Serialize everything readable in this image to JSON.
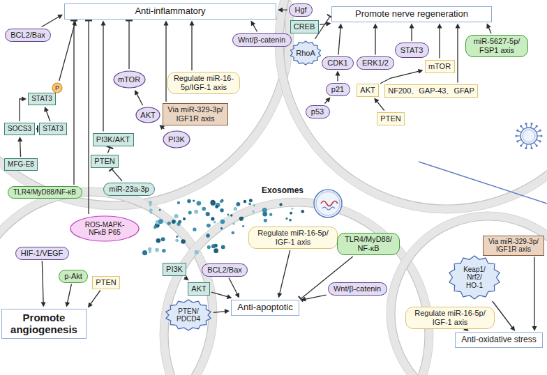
{
  "diagram": {
    "nodes": [
      {
        "text": [
          "Anti-inflammatory"
        ]
      },
      {
        "text": [
          "Hgf"
        ]
      },
      {
        "text": [
          "BCL2/Bax"
        ]
      },
      {
        "text": [
          "P"
        ]
      },
      {
        "text": [
          "STAT3"
        ]
      },
      {
        "text": [
          "SOCS3"
        ]
      },
      {
        "text": [
          "STAT3"
        ]
      },
      {
        "text": [
          "MFG-E8"
        ]
      },
      {
        "text": [
          "TLR4/MyD88/NF-κB"
        ]
      },
      {
        "text": [
          "ROS-MAPK- NFκB P65"
        ]
      },
      {
        "text": [
          "PI3K/AKT"
        ]
      },
      {
        "text": [
          "PTEN"
        ]
      },
      {
        "text": [
          "miR-23a-3p"
        ]
      },
      {
        "text": [
          "mTOR"
        ]
      },
      {
        "text": [
          "AKT"
        ]
      },
      {
        "text": [
          "PI3K"
        ]
      },
      {
        "text": [
          "Regulate miR-16-5p/IGF-1 axis"
        ]
      },
      {
        "text": [
          "Via miR-329-3p/ IGF1R axis"
        ]
      },
      {
        "text": [
          "Wnt/β-catenin"
        ]
      },
      {
        "text": [
          "Promote nerve regeneration"
        ]
      },
      {
        "text": [
          "CREB"
        ]
      },
      {
        "text": [
          "RhoA"
        ]
      },
      {
        "text": [
          "CDK1"
        ]
      },
      {
        "text": [
          "ERK1/2"
        ]
      },
      {
        "text": [
          "STAT3"
        ]
      },
      {
        "text": [
          "mTOR"
        ]
      },
      {
        "text": [
          "miR-5627-5p/ FSP1 axis"
        ]
      },
      {
        "text": [
          "p21"
        ]
      },
      {
        "text": [
          "p53"
        ]
      },
      {
        "text": [
          "AKT"
        ]
      },
      {
        "text": [
          "NF200、GAP-43、GFAP"
        ]
      },
      {
        "text": [
          "PTEN"
        ]
      },
      {
        "text": [
          "HIF-1/VEGF"
        ]
      },
      {
        "text": [
          "p-Akt"
        ]
      },
      {
        "text": [
          "PTEN"
        ]
      },
      {
        "text": [
          "Promote angiogenesis"
        ]
      },
      {
        "text": [
          "Regulate miR-16-5p/ IGF-1 axis"
        ]
      },
      {
        "text": [
          "TLR4/MyD88/ NF-κB"
        ]
      },
      {
        "text": [
          "PI3K"
        ]
      },
      {
        "text": [
          "AKT"
        ]
      },
      {
        "text": [
          "BCL2/Bax"
        ]
      },
      {
        "text": [
          "PTEN/ PDCD4"
        ]
      },
      {
        "text": [
          "Anti-apoptotic"
        ]
      },
      {
        "text": [
          "Wnt/β-catenin"
        ]
      },
      {
        "text": [
          "Keap1/ Nrf2/ HO-1"
        ]
      },
      {
        "text": [
          "Via miR-329-3p/ IGF1R axis"
        ]
      },
      {
        "text": [
          "Regulate miR-16-5p/ IGF-1 axis"
        ]
      },
      {
        "text": [
          "Anti-oxidative stress"
        ]
      }
    ],
    "edges": [
      {
        "from": 1,
        "to": 0,
        "arrow": "to"
      },
      {
        "from": 2,
        "to": 0,
        "arrow": "to"
      },
      {
        "from": 3,
        "to": 0,
        "arrow": "to"
      },
      {
        "from": 5,
        "to": 4,
        "arrow": "to"
      },
      {
        "from": 5,
        "to": 6,
        "arrow": "to"
      },
      {
        "from": 6,
        "to": 4,
        "arrow": "to"
      },
      {
        "from": 7,
        "to": 5,
        "arrow": "to"
      },
      {
        "from": 8,
        "to": 0,
        "arrow": "to"
      },
      {
        "from": 9,
        "to": 0,
        "arrow": "to"
      },
      {
        "from": 10,
        "to": 0,
        "arrow": "to"
      },
      {
        "from": 11,
        "to": 10,
        "arrow": "to"
      },
      {
        "from": 12,
        "to": 11,
        "arrow": "to"
      },
      {
        "from": 13,
        "to": 0,
        "arrow": "to"
      },
      {
        "from": 14,
        "to": 13,
        "arrow": "to"
      },
      {
        "from": 15,
        "to": 14,
        "arrow": "to"
      },
      {
        "from": 16,
        "to": 0,
        "arrow": "to"
      },
      {
        "from": 17,
        "to": 0,
        "arrow": "to"
      },
      {
        "from": 18,
        "to": 0,
        "arrow": "to"
      },
      {
        "from": 20,
        "to": 19,
        "arrow": "to"
      },
      {
        "from": 21,
        "to": 19,
        "arrow": "to"
      },
      {
        "from": 22,
        "to": 19,
        "arrow": "to"
      },
      {
        "from": 23,
        "to": 19,
        "arrow": "to"
      },
      {
        "from": 24,
        "to": 19,
        "arrow": "to"
      },
      {
        "from": 25,
        "to": 19,
        "arrow": "to"
      },
      {
        "from": 26,
        "to": 19,
        "arrow": "to"
      },
      {
        "from": 30,
        "to": 19,
        "arrow": "to"
      },
      {
        "from": 27,
        "to": 22,
        "arrow": "to"
      },
      {
        "from": 28,
        "to": 27,
        "arrow": "to"
      },
      {
        "from": 29,
        "to": 25,
        "arrow": "to"
      },
      {
        "from": 31,
        "to": 29,
        "arrow": "to"
      },
      {
        "from": 32,
        "to": 35,
        "arrow": "to"
      },
      {
        "from": 33,
        "to": 35,
        "arrow": "to"
      },
      {
        "from": 34,
        "to": 35,
        "arrow": "to"
      },
      {
        "from": 36,
        "to": 42,
        "arrow": "to"
      },
      {
        "from": 37,
        "to": 42,
        "arrow": "to"
      },
      {
        "from": 38,
        "to": 39,
        "arrow": "to"
      },
      {
        "from": 39,
        "to": 42,
        "arrow": "to"
      },
      {
        "from": 40,
        "to": 42,
        "arrow": "to"
      },
      {
        "from": 41,
        "to": 42,
        "arrow": "to"
      },
      {
        "from": 43,
        "to": 42,
        "arrow": "to"
      },
      {
        "from": 44,
        "to": 47,
        "arrow": "to"
      },
      {
        "from": 45,
        "to": 47,
        "arrow": "to"
      },
      {
        "from": 46,
        "to": 47,
        "arrow": "to"
      }
    ],
    "labels": [
      "Exosomes"
    ]
  }
}
